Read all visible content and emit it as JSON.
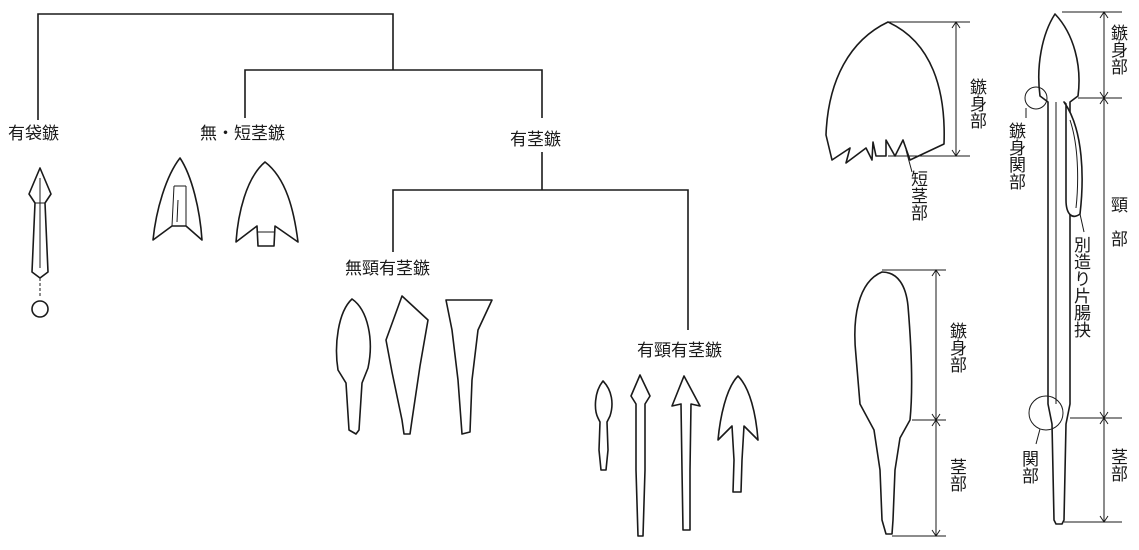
{
  "tree": {
    "socketed": "有袋鏃",
    "no_short_tang": "無・短茎鏃",
    "tanged": "有茎鏃",
    "neckless_tanged": "無頸有茎鏃",
    "necked_tanged": "有頸有茎鏃"
  },
  "parts_upper": {
    "blade": "鏃身部",
    "short_tang": "短茎部"
  },
  "parts_lower": {
    "blade": "鏃身部",
    "tang": "茎部"
  },
  "parts_right": {
    "blade": "鏃身部",
    "blade_shoulder": "鏃身関部",
    "neck": "頸　部",
    "separate_barb": "別造り片腸抉",
    "shoulder": "関部",
    "tang": "茎部"
  }
}
